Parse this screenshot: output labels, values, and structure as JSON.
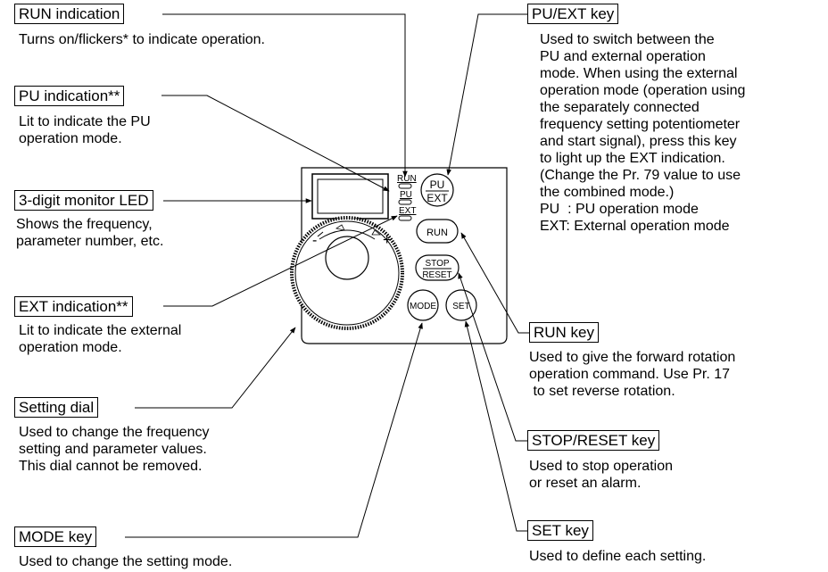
{
  "callouts": {
    "run_indication": {
      "title": "RUN indication",
      "lines": [
        "Turns on/flickers* to indicate operation."
      ]
    },
    "pu_indication": {
      "title": "PU indication**",
      "lines": [
        "Lit to indicate the PU",
        "operation mode."
      ]
    },
    "monitor_led": {
      "title": "3-digit monitor LED",
      "lines": [
        "Shows the frequency,",
        "parameter number, etc."
      ]
    },
    "ext_indication": {
      "title": "EXT indication**",
      "lines": [
        "Lit to indicate the external",
        "operation mode."
      ]
    },
    "setting_dial": {
      "title": "Setting dial",
      "lines": [
        "Used to change the frequency",
        "setting and parameter values.",
        "This dial cannot be removed."
      ]
    },
    "mode_key": {
      "title": "MODE key",
      "lines": [
        "Used to change the setting mode."
      ]
    },
    "pu_ext_key": {
      "title": "PU/EXT key",
      "lines": [
        "Used to switch between the",
        "PU and external operation",
        "mode. When using the external",
        "operation mode (operation using",
        "the separately connected",
        "frequency setting potentiometer",
        "and start signal), press this key",
        "to light up the EXT indication.",
        "(Change the Pr. 79 value to use",
        "the combined mode.)",
        "PU  : PU operation mode",
        "EXT: External operation mode"
      ]
    },
    "run_key": {
      "title": "RUN key",
      "lines": [
        "Used to give the forward rotation",
        "operation command. Use Pr. 17",
        " to set reverse rotation."
      ]
    },
    "stop_reset_key": {
      "title": "STOP/RESET key",
      "lines": [
        "Used to stop operation",
        "or reset an alarm."
      ]
    },
    "set_key": {
      "title": "SET key",
      "lines": [
        "Used to define each setting."
      ]
    }
  },
  "panel": {
    "run_led": "RUN",
    "pu_led": "PU",
    "ext_led": "EXT",
    "pu_key_top": "PU",
    "pu_key_bottom": "EXT",
    "run_key": "RUN",
    "stop_key_top": "STOP",
    "stop_key_bottom": "RESET",
    "mode_key": "MODE",
    "set_key": "SET",
    "dial_minus": "-",
    "dial_plus": "+"
  }
}
